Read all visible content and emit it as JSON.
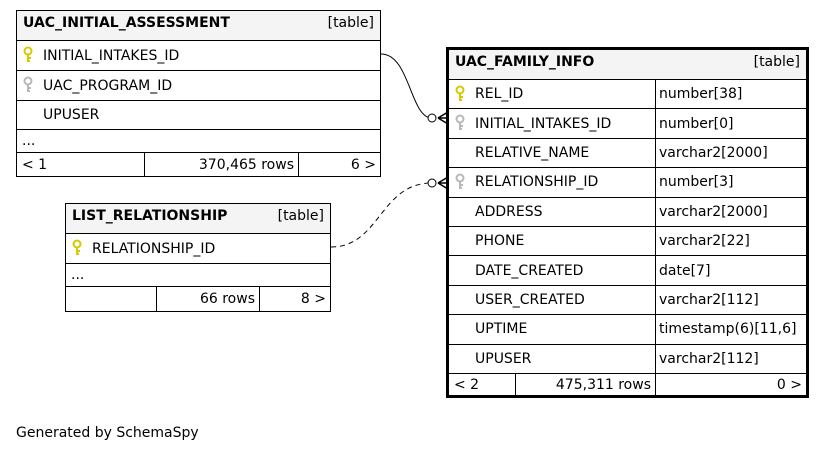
{
  "tables": {
    "uac_initial_assessment": {
      "name": "UAC_INITIAL_ASSESSMENT",
      "kind": "[table]",
      "columns": [
        {
          "name": "INITIAL_INTAKES_ID",
          "key": "primary"
        },
        {
          "name": "UAC_PROGRAM_ID",
          "key": "foreign"
        },
        {
          "name": "UPUSER",
          "key": ""
        }
      ],
      "more": "...",
      "nav": {
        "prev": "< 1",
        "rows": "370,465 rows",
        "next": "6 >"
      }
    },
    "list_relationship": {
      "name": "LIST_RELATIONSHIP",
      "kind": "[table]",
      "columns": [
        {
          "name": "RELATIONSHIP_ID",
          "key": "primary"
        }
      ],
      "more": "...",
      "nav": {
        "prev": "",
        "rows": "66 rows",
        "next": "8 >"
      }
    },
    "uac_family_info": {
      "name": "UAC_FAMILY_INFO",
      "kind": "[table]",
      "columns": [
        {
          "name": "REL_ID",
          "type": "number[38]",
          "key": "primary"
        },
        {
          "name": "INITIAL_INTAKES_ID",
          "type": "number[0]",
          "key": "foreign"
        },
        {
          "name": "RELATIVE_NAME",
          "type": "varchar2[2000]",
          "key": ""
        },
        {
          "name": "RELATIONSHIP_ID",
          "type": "number[3]",
          "key": "foreign"
        },
        {
          "name": "ADDRESS",
          "type": "varchar2[2000]",
          "key": ""
        },
        {
          "name": "PHONE",
          "type": "varchar2[22]",
          "key": ""
        },
        {
          "name": "DATE_CREATED",
          "type": "date[7]",
          "key": ""
        },
        {
          "name": "USER_CREATED",
          "type": "varchar2[112]",
          "key": ""
        },
        {
          "name": "UPTIME",
          "type": "timestamp(6)[11,6]",
          "key": ""
        },
        {
          "name": "UPUSER",
          "type": "varchar2[112]",
          "key": ""
        }
      ],
      "nav": {
        "prev": "< 2",
        "rows": "475,311 rows",
        "next": "0 >"
      }
    }
  },
  "colors": {
    "primary_key": "#d8c800",
    "foreign_key": "#b8b8b8",
    "header_bg": "#f4f4f4"
  },
  "footer": "Generated by SchemaSpy"
}
